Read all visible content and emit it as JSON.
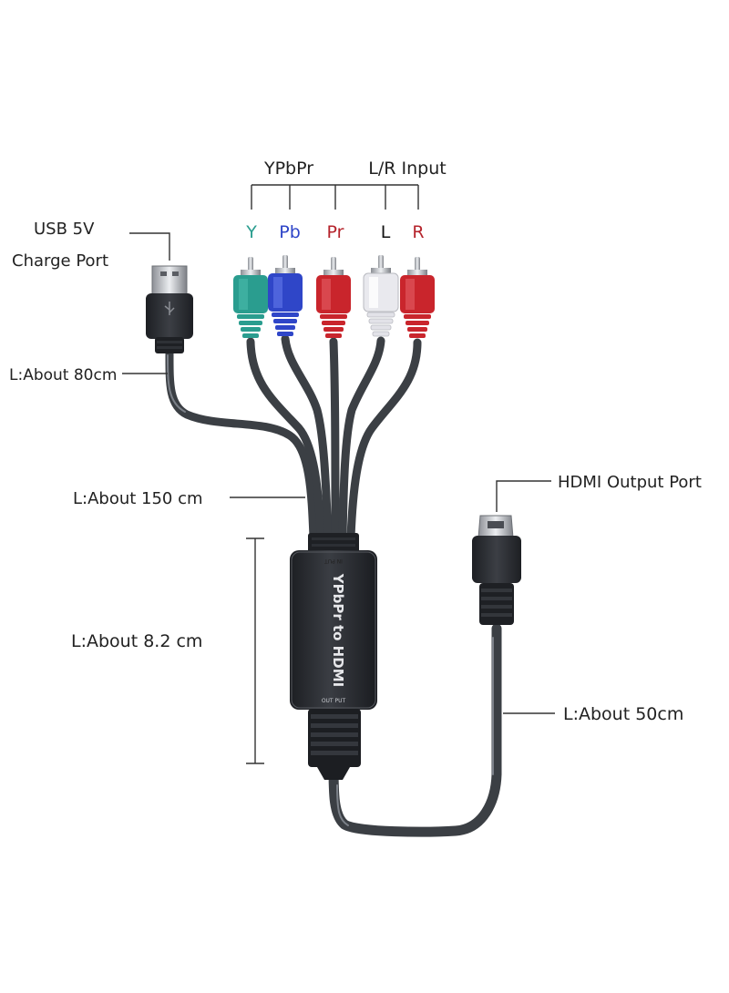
{
  "colors": {
    "background": "#ffffff",
    "cable": "#3b3f44",
    "y_plug": "#2a9d8f",
    "pb_plug": "#2f46c8",
    "pr_plug": "#c9252c",
    "l_plug": "#e9e9ee",
    "r_plug": "#c9252c",
    "label_y": "#2a9d8f",
    "label_pb": "#2f46c8",
    "label_pr": "#b5232b",
    "label_l": "#111111",
    "label_r": "#b5232b",
    "text": "#222222"
  },
  "labels": {
    "group_ypbpr": "YPbPr",
    "group_lr": "L/R Input",
    "plug_y": "Y",
    "plug_pb": "Pb",
    "plug_pr": "Pr",
    "plug_l": "L",
    "plug_r": "R",
    "usb_line1": "USB 5V",
    "usb_line2": "Charge Port",
    "usb_length": "L:About 80cm",
    "rca_length": "L:About 150 cm",
    "box_length": "L:About 8.2 cm",
    "hdmi_port": "HDMI Output Port",
    "hdmi_length": "L:About 50cm"
  },
  "device": {
    "title": "YPbPr to HDMI",
    "input_marking": "IN PUT",
    "output_marking": "OUT PUT"
  },
  "icons": {
    "usb_plug": "usb-a-plug-icon",
    "rca_plug": "rca-plug-icon",
    "hdmi_plug": "hdmi-plug-icon",
    "usb_symbol": "usb-trident-icon"
  }
}
